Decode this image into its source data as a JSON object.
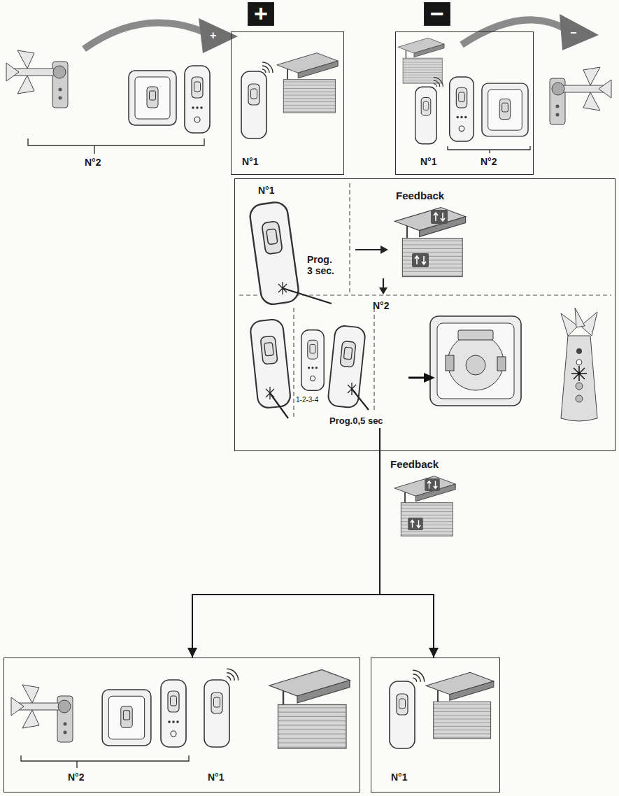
{
  "diagram": {
    "nodes": [
      {
        "text": [
          "+"
        ]
      },
      {
        "text": [
          "−"
        ]
      },
      {
        "text": [
          "N°1"
        ]
      },
      {
        "text": [
          "N°1",
          "N°2"
        ]
      },
      {
        "text": [
          "N°1",
          "Prog. 3 sec.",
          "Feedback",
          "N°2",
          "1-2-3-4",
          "Prog.0,5 sec"
        ]
      },
      {
        "text": [
          "N°2",
          "N°1"
        ]
      },
      {
        "text": [
          "N°1"
        ]
      }
    ],
    "edges": [
      {
        "from": 4,
        "to": 5,
        "arrow": "to"
      },
      {
        "from": 4,
        "to": 6,
        "arrow": "to"
      }
    ],
    "labels": [
      "N°2",
      "+",
      "−",
      "Feedback"
    ]
  }
}
